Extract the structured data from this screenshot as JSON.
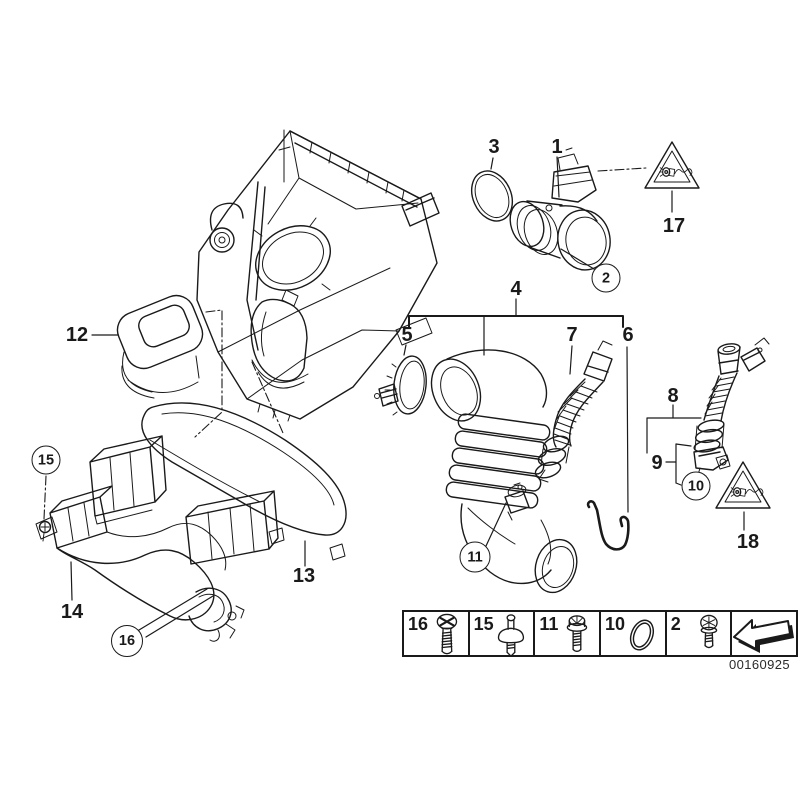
{
  "colors": {
    "line": "#1a1a1a",
    "background": "#ffffff"
  },
  "callouts": {
    "c1": "1",
    "c2": "2",
    "c3": "3",
    "c4": "4",
    "c5": "5",
    "c6": "6",
    "c7": "7",
    "c8": "8",
    "c9": "9",
    "c10": "10",
    "c11": "11",
    "c12": "12",
    "c13": "13",
    "c14": "14",
    "c15": "15",
    "c16": "16",
    "c17": "17",
    "c18": "18"
  },
  "legend": {
    "cells": [
      {
        "number": "16",
        "icon": "pan-head-screw-icon"
      },
      {
        "number": "15",
        "icon": "expansion-rivet-icon"
      },
      {
        "number": "11",
        "icon": "hex-head-bolt-icon"
      },
      {
        "number": "10",
        "icon": "o-ring-icon"
      },
      {
        "number": "2",
        "icon": "washer-head-screw-icon"
      },
      {
        "number": "",
        "icon": "direction-arrow-icon"
      }
    ]
  },
  "footer": {
    "doc_number": "00160925"
  }
}
